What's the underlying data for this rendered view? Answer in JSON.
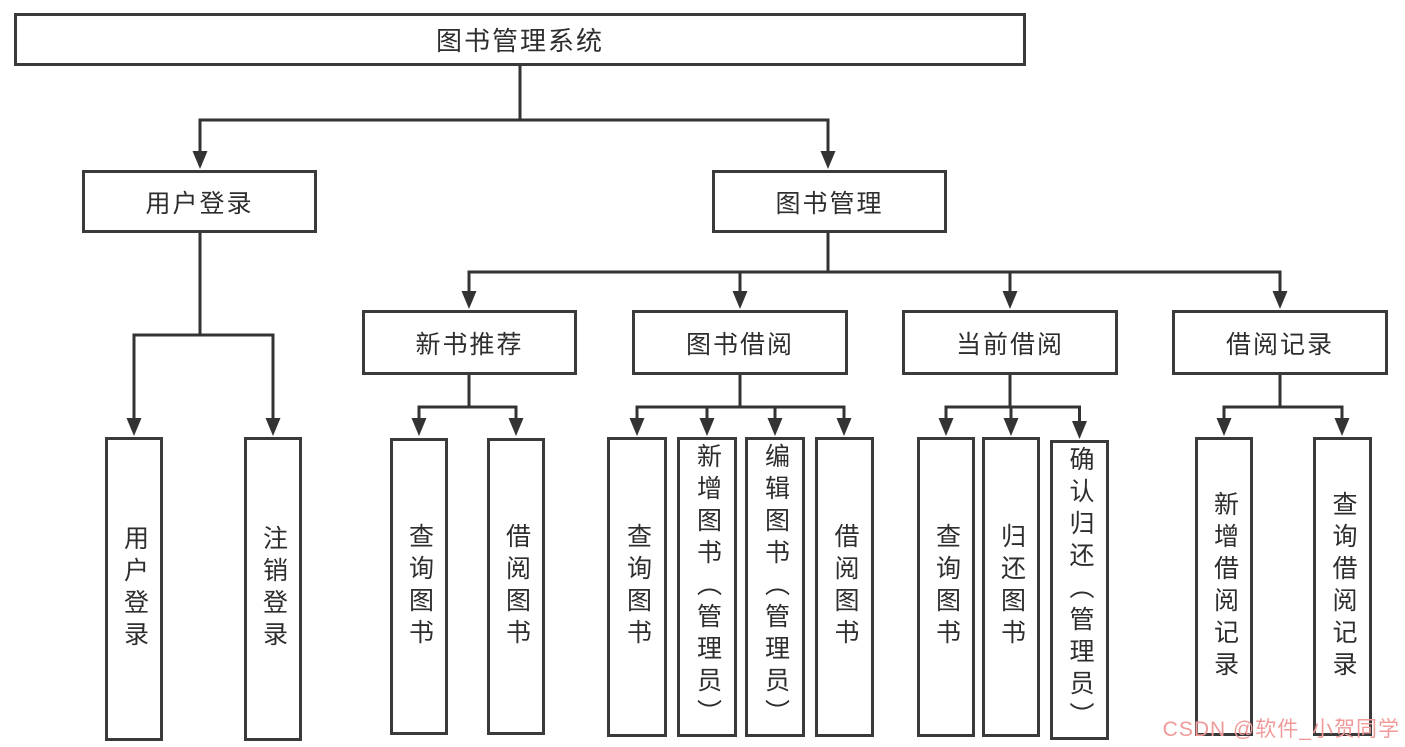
{
  "diagram": {
    "nodes": {
      "root": "图书管理系统",
      "user_login": "用户登录",
      "book_management": "图书管理",
      "new_book_recommend": "新书推荐",
      "book_borrow": "图书借阅",
      "current_borrow": "当前借阅",
      "borrow_record": "借阅记录",
      "user_login_leaf": "用户登录",
      "logout": "注销登录",
      "recommend_query_book": "查询图书",
      "recommend_borrow_book": "借阅图书",
      "borrow_query_book": "查询图书",
      "add_book_admin": "新增图书（管理员）",
      "edit_book_admin": "编辑图书（管理员）",
      "borrow_borrow_book": "借阅图书",
      "current_query_book": "查询图书",
      "return_book": "归还图书",
      "confirm_return_admin": "确认归还（管理员）",
      "add_borrow_record": "新增借阅记录",
      "query_borrow_record": "查询借阅记录"
    },
    "watermark": "CSDN @软件_小贺同学",
    "colors": {
      "line": "#333333",
      "box_border": "#3a3a3a",
      "text": "#2e2e2e",
      "watermark": "#f09a9a",
      "background": "#ffffff"
    }
  }
}
